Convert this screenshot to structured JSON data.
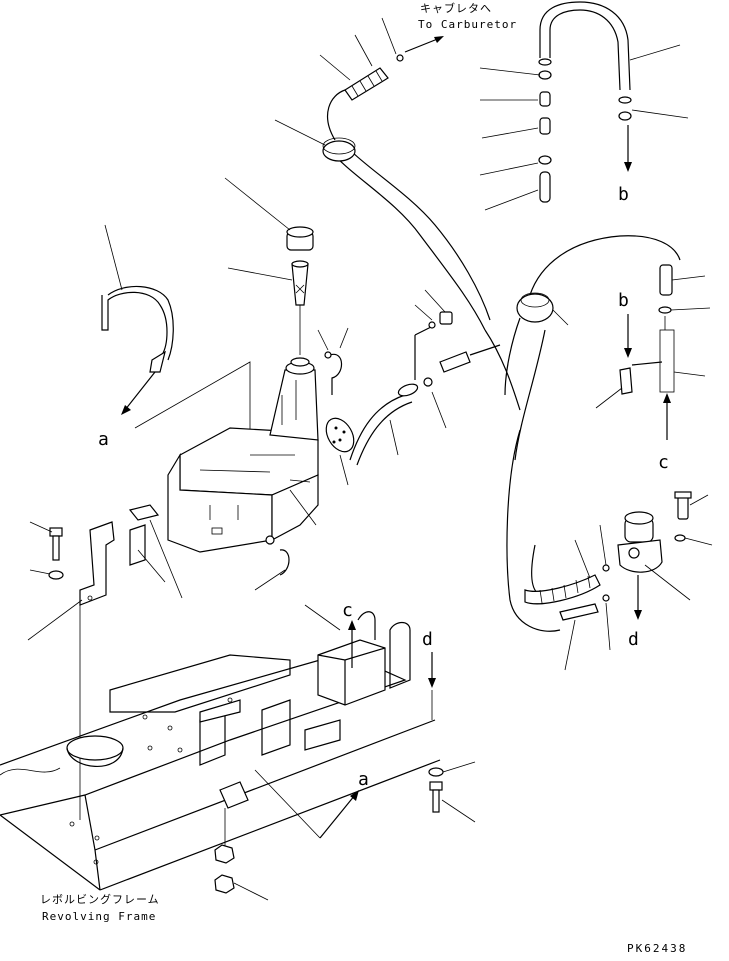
{
  "annotations": {
    "to_carburetor_jp": "キャブレタへ",
    "to_carburetor_en": "To Carburetor",
    "frame_jp": "レボルビングフレーム",
    "frame_en": "Revolving Frame"
  },
  "connection_labels": {
    "a1": "a",
    "a2": "a",
    "b1": "b",
    "b2": "b",
    "c1": "c",
    "c2": "c",
    "d1": "d",
    "d2": "d"
  },
  "drawing_code": "PK62438"
}
